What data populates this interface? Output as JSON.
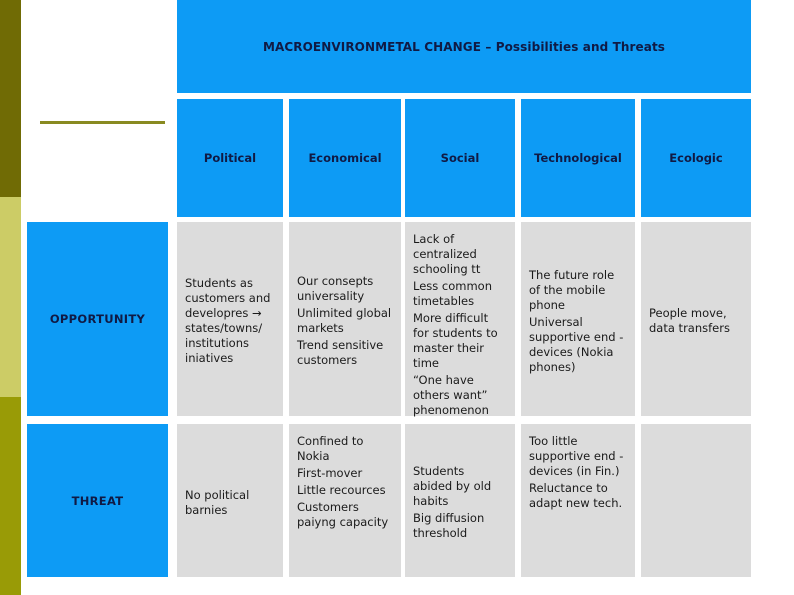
{
  "slide": {
    "title": "MACROENVIRONMETAL CHANGE – Possibilities and Threats",
    "accent_blue": "#0D9BF5",
    "cell_gray": "#DCDCDC",
    "text_navy": "#101A44",
    "stripe_colors": [
      "#706B05",
      "#CCCC66",
      "#999B06"
    ]
  },
  "table": {
    "column_headers": [
      "Political",
      "Economical",
      "Social",
      "Technological",
      "Ecologic"
    ],
    "row_headers": [
      "OPPORTUNITY",
      "THREAT"
    ],
    "rows": [
      {
        "label": "OPPORTUNITY",
        "cells": [
          {
            "column": "Political",
            "lines": [
              "Students as customers and developres → states/towns/ institutions iniatives"
            ]
          },
          {
            "column": "Economical",
            "lines": [
              "Our consepts universality",
              "Unlimited global markets",
              "Trend sensitive customers"
            ]
          },
          {
            "column": "Social",
            "lines": [
              "Lack of centralized schooling tt",
              "Less common timetables",
              "More difficult for students to master their time",
              "“One have others want” phenomenon"
            ]
          },
          {
            "column": "Technological",
            "lines": [
              "The future role of the mobile phone",
              "Universal supportive end -devices (Nokia phones)"
            ]
          },
          {
            "column": "Ecologic",
            "lines": [
              "People move, data transfers"
            ]
          }
        ]
      },
      {
        "label": "THREAT",
        "cells": [
          {
            "column": "Political",
            "lines": [
              "No political barnies"
            ]
          },
          {
            "column": "Economical",
            "lines": [
              "Confined to Nokia",
              "First-mover",
              "Little recources",
              "Customers paiyng capacity"
            ]
          },
          {
            "column": "Social",
            "lines": [
              "Students abided by old habits",
              "Big diffusion threshold"
            ]
          },
          {
            "column": "Technological",
            "lines": [
              "Too little supportive end -devices (in Fin.)",
              "Reluctance to adapt new tech."
            ]
          },
          {
            "column": "Ecologic",
            "lines": []
          }
        ]
      }
    ]
  }
}
